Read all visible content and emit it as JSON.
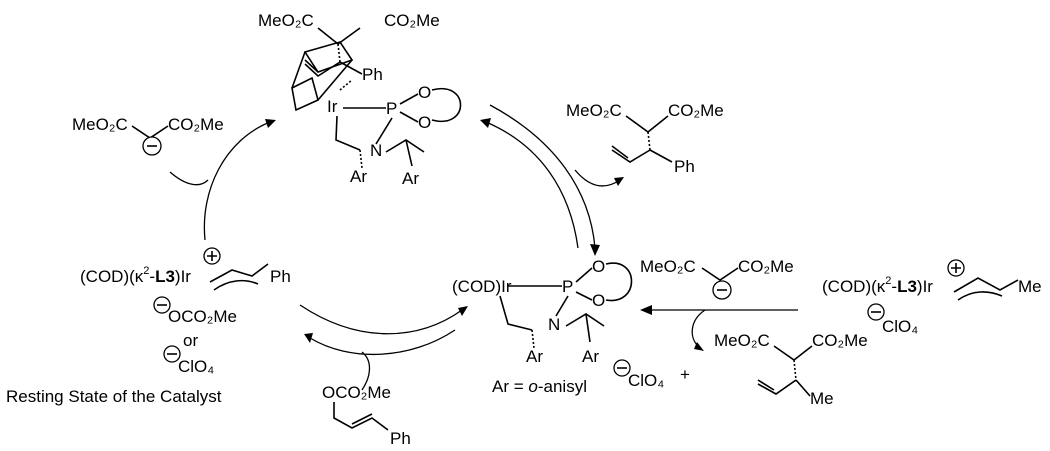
{
  "species": {
    "top_malonate_ester": "MeO₂C",
    "top_malonate_ester2": "CO₂Me",
    "top_ph": "Ph",
    "top_ir": "Ir",
    "top_p": "P",
    "top_o1": "O",
    "top_o2": "O",
    "top_n": "N",
    "top_ar1": "Ar",
    "top_ar2": "Ar",
    "malonate_left_a": "MeO₂C",
    "malonate_left_b": "CO₂Me",
    "product_ester_a": "MeO₂C",
    "product_ester_b": "CO₂Me",
    "product_ph": "Ph",
    "resting_prefix": "(COD)(κ",
    "resting_sup": "2",
    "resting_dash": "-",
    "resting_ligand": "L3",
    "resting_ir": ")Ir",
    "resting_ph": "Ph",
    "resting_counter1": "OCO₂Me",
    "resting_or": "or",
    "resting_counter2": "ClO₄",
    "resting_caption": "Resting State of the Catalyst",
    "center_cod_ir": "(COD)Ir",
    "center_p": "P",
    "center_o1": "O",
    "center_o2": "O",
    "center_n": "N",
    "center_ar1": "Ar",
    "center_ar2": "Ar",
    "ar_def_prefix": "Ar = ",
    "ar_def_italic": "o",
    "ar_def_suffix": "-anisyl",
    "carbonate_label": "OCO₂Me",
    "carbonate_ph": "Ph",
    "malonate_right_a": "MeO₂C",
    "malonate_right_b": "CO₂Me",
    "crotyl_prefix": "(COD)(κ",
    "crotyl_sup": "2",
    "crotyl_dash": "-",
    "crotyl_ligand": "L3",
    "crotyl_ir": ")Ir",
    "crotyl_me": "Me",
    "crotyl_counter": "ClO₄",
    "byproduct_clo4": "ClO₄",
    "byproduct_plus": "+",
    "methyl_product_a": "MeO₂C",
    "methyl_product_b": "CO₂Me",
    "methyl_product_me": "Me"
  }
}
